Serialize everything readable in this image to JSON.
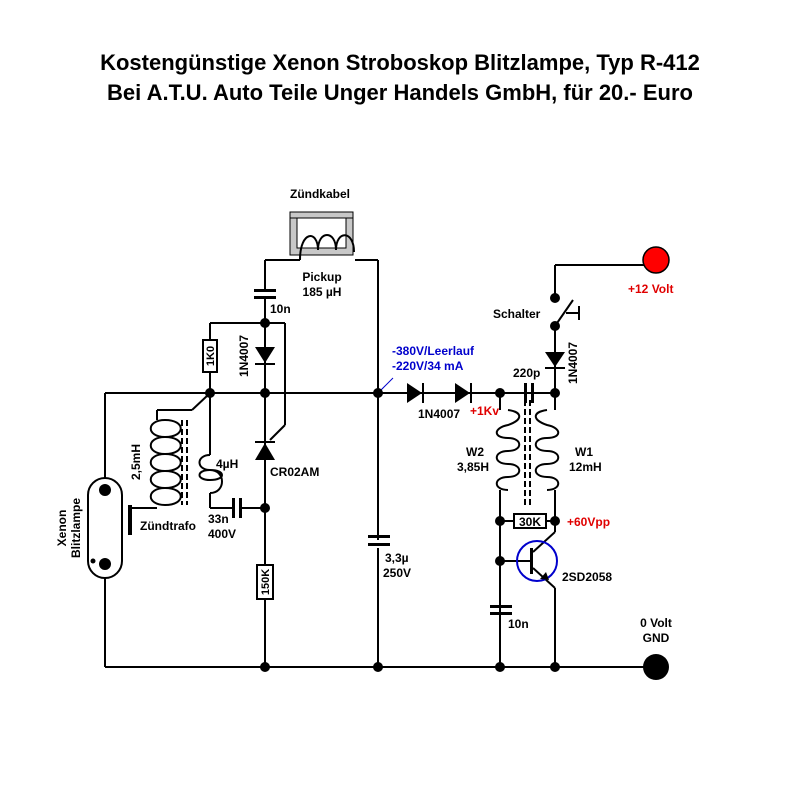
{
  "title": {
    "line1": "Kostengünstige Xenon Stroboskop Blitzlampe, Typ R-412",
    "line2": "Bei  A.T.U. Auto Teile Unger Handels GmbH, für 20.- Euro"
  },
  "labels": {
    "zuendkabel": "Zündkabel",
    "pickup": "Pickup",
    "pickup_value": "185 µH",
    "cap_10n_top": "10n",
    "res_1k0": "1K0",
    "diode_left": "1N4007",
    "scr": "CR02AM",
    "ind_25mh": "2,5mH",
    "ind_4uh": "4µH",
    "zuendtrafo": "Zündtrafo",
    "cap_33n": "33n",
    "cap_33n_v": "400V",
    "res_150k": "150K",
    "cap_33u": "3,3µ",
    "cap_33u_v": "250V",
    "xenon_1": "Xenon",
    "xenon_2": "Blitzlampe",
    "voltage_note_1": "-380V/Leerlauf",
    "voltage_note_2": "-220V/34 mA",
    "diode_mid": "1N4007",
    "plus_1kv": "+1Kv",
    "cap_220p": "220p",
    "diode_right": "1N4007",
    "schalter": "Schalter",
    "plus_12v": "+12 Volt",
    "w2": "W2",
    "w2_value": "3,85H",
    "w1": "W1",
    "w1_value": "12mH",
    "res_30k": "30K",
    "plus_60vpp": "+60Vpp",
    "transistor": "2SD2058",
    "cap_10n_bottom": "10n",
    "gnd_1": "0 Volt",
    "gnd_2": "GND"
  },
  "colors": {
    "positive_terminal": "#ff0000",
    "annotation_red": "#e00000",
    "annotation_blue": "#0000cc",
    "transistor_circle": "#0000cc",
    "cable_gray": "#c8c8c8"
  }
}
